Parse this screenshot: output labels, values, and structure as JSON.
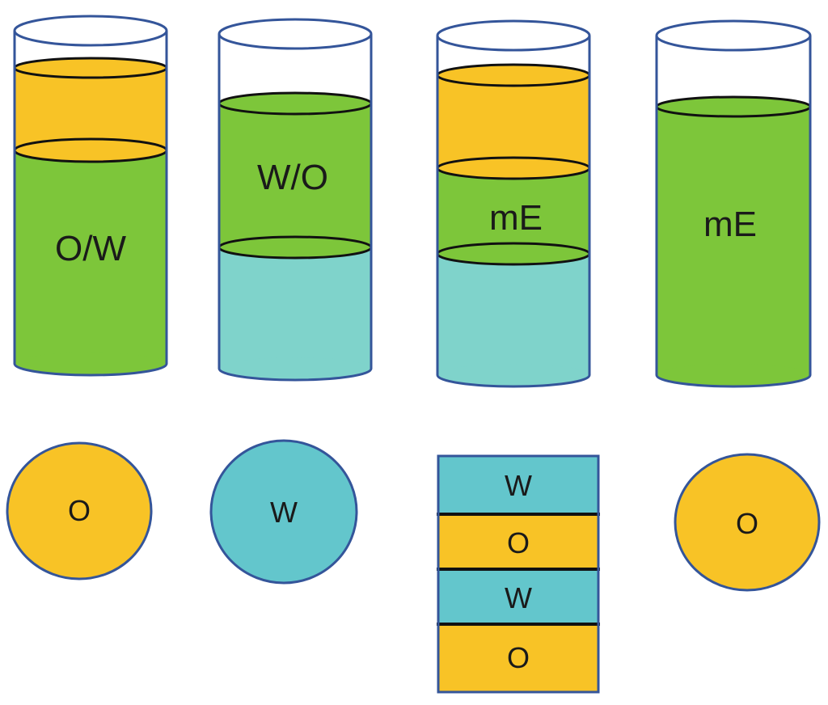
{
  "colors": {
    "oil": "#f8c326",
    "emulsion": "#7dc63a",
    "water": "#7fd3cb",
    "droplet_water": "#63c6cc",
    "glass_outline": "#34559a",
    "boundary": "#111111"
  },
  "cylinders": [
    {
      "label": "O/W"
    },
    {
      "label": "W/O"
    },
    {
      "label": "mE"
    },
    {
      "label": "mE"
    }
  ],
  "structures": {
    "oil_droplet_1": "O",
    "water_droplet": "W",
    "bicontinuous_layers": [
      "W",
      "O",
      "W",
      "O"
    ],
    "oil_droplet_2": "O"
  }
}
